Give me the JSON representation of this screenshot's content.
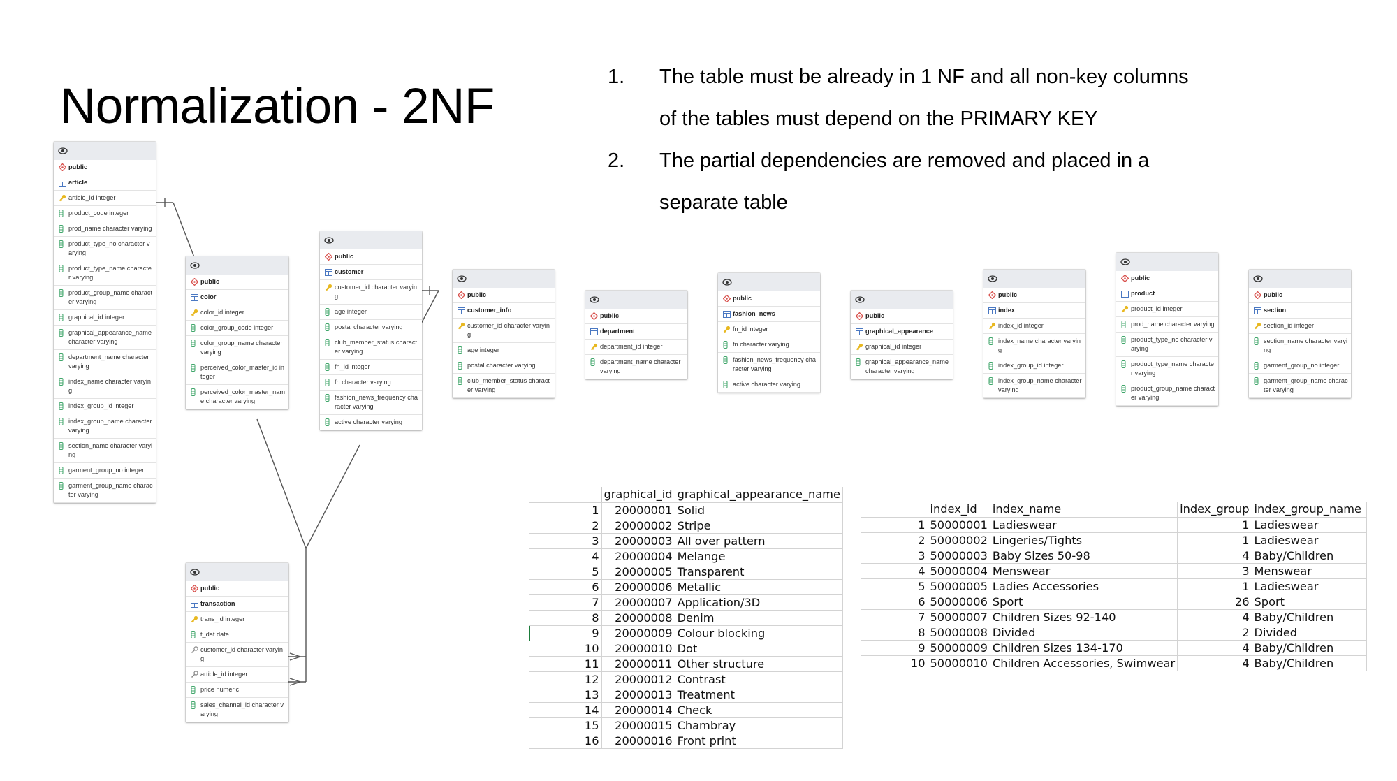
{
  "slide": {
    "title": "Normalization - 2NF",
    "points": [
      {
        "num": "1.",
        "line1": "The table must be already in 1 NF and all non-key columns",
        "line2": "of the tables must depend on the PRIMARY KEY"
      },
      {
        "num": "2.",
        "line1": "The partial dependencies are removed and placed in a",
        "line2": "separate table"
      }
    ]
  },
  "erd": {
    "schema_label": "public",
    "tables": [
      {
        "name": "article",
        "columns": [
          {
            "text": "article_id integer",
            "key": "pk"
          },
          {
            "text": "product_code integer",
            "key": "col"
          },
          {
            "text": "prod_name character varying",
            "key": "col"
          },
          {
            "text": "product_type_no character varying",
            "key": "col"
          },
          {
            "text": "product_type_name character varying",
            "key": "col"
          },
          {
            "text": "product_group_name character varying",
            "key": "col"
          },
          {
            "text": "graphical_id integer",
            "key": "col"
          },
          {
            "text": "graphical_appearance_name character varying",
            "key": "col"
          },
          {
            "text": "department_name character varying",
            "key": "col"
          },
          {
            "text": "index_name character varying",
            "key": "col"
          },
          {
            "text": "index_group_id integer",
            "key": "col"
          },
          {
            "text": "index_group_name character varying",
            "key": "col"
          },
          {
            "text": "section_name character varying",
            "key": "col"
          },
          {
            "text": "garment_group_no integer",
            "key": "col"
          },
          {
            "text": "garment_group_name character varying",
            "key": "col"
          }
        ]
      },
      {
        "name": "color",
        "columns": [
          {
            "text": "color_id integer",
            "key": "pk"
          },
          {
            "text": "color_group_code integer",
            "key": "col"
          },
          {
            "text": "color_group_name character varying",
            "key": "col"
          },
          {
            "text": "perceived_color_master_id integer",
            "key": "col"
          },
          {
            "text": "perceived_color_master_name character varying",
            "key": "col"
          }
        ]
      },
      {
        "name": "customer",
        "columns": [
          {
            "text": "customer_id character varying",
            "key": "pk"
          },
          {
            "text": "age integer",
            "key": "col"
          },
          {
            "text": "postal character varying",
            "key": "col"
          },
          {
            "text": "club_member_status character varying",
            "key": "col"
          },
          {
            "text": "fn_id integer",
            "key": "col"
          },
          {
            "text": "fn character varying",
            "key": "col"
          },
          {
            "text": "fashion_news_frequency character varying",
            "key": "col"
          },
          {
            "text": "active character varying",
            "key": "col"
          }
        ]
      },
      {
        "name": "customer_info",
        "columns": [
          {
            "text": "customer_id character varying",
            "key": "pk"
          },
          {
            "text": "age integer",
            "key": "col"
          },
          {
            "text": "postal character varying",
            "key": "col"
          },
          {
            "text": "club_member_status character varying",
            "key": "col"
          }
        ]
      },
      {
        "name": "department",
        "columns": [
          {
            "text": "department_id integer",
            "key": "pk"
          },
          {
            "text": "department_name character varying",
            "key": "col"
          }
        ]
      },
      {
        "name": "fashion_news",
        "columns": [
          {
            "text": "fn_id integer",
            "key": "pk"
          },
          {
            "text": "fn character varying",
            "key": "col"
          },
          {
            "text": "fashion_news_frequency character varying",
            "key": "col"
          },
          {
            "text": "active character varying",
            "key": "col"
          }
        ]
      },
      {
        "name": "graphical_appearance",
        "columns": [
          {
            "text": "graphical_id integer",
            "key": "pk"
          },
          {
            "text": "graphical_appearance_name character varying",
            "key": "col"
          }
        ]
      },
      {
        "name": "index",
        "columns": [
          {
            "text": "index_id integer",
            "key": "pk"
          },
          {
            "text": "index_name character varying",
            "key": "col"
          },
          {
            "text": "index_group_id integer",
            "key": "col"
          },
          {
            "text": "index_group_name character varying",
            "key": "col"
          }
        ]
      },
      {
        "name": "product",
        "columns": [
          {
            "text": "product_id integer",
            "key": "pk"
          },
          {
            "text": "prod_name character varying",
            "key": "col"
          },
          {
            "text": "product_type_no character varying",
            "key": "col"
          },
          {
            "text": "product_type_name character varying",
            "key": "col"
          },
          {
            "text": "product_group_name character varying",
            "key": "col"
          }
        ]
      },
      {
        "name": "section",
        "columns": [
          {
            "text": "section_id integer",
            "key": "pk"
          },
          {
            "text": "section_name character varying",
            "key": "col"
          },
          {
            "text": "garment_group_no integer",
            "key": "col"
          },
          {
            "text": "garment_group_name character varying",
            "key": "col"
          }
        ]
      },
      {
        "name": "transaction",
        "columns": [
          {
            "text": "trans_id integer",
            "key": "pk"
          },
          {
            "text": "t_dat date",
            "key": "col"
          },
          {
            "text": "customer_id character varying",
            "key": "fk"
          },
          {
            "text": "article_id integer",
            "key": "fk"
          },
          {
            "text": "price numeric",
            "key": "col"
          },
          {
            "text": "sales_channel_id character varying",
            "key": "col"
          }
        ]
      }
    ]
  },
  "sheet_graphical": {
    "headers": [
      "",
      "graphical_id",
      "graphical_appearance_name"
    ],
    "rows": [
      [
        "1",
        "20000001",
        "Solid"
      ],
      [
        "2",
        "20000002",
        "Stripe"
      ],
      [
        "3",
        "20000003",
        "All over pattern"
      ],
      [
        "4",
        "20000004",
        "Melange"
      ],
      [
        "5",
        "20000005",
        "Transparent"
      ],
      [
        "6",
        "20000006",
        "Metallic"
      ],
      [
        "7",
        "20000007",
        "Application/3D"
      ],
      [
        "8",
        "20000008",
        "Denim"
      ],
      [
        "9",
        "20000009",
        "Colour blocking"
      ],
      [
        "10",
        "20000010",
        "Dot"
      ],
      [
        "11",
        "20000011",
        "Other structure"
      ],
      [
        "12",
        "20000012",
        "Contrast"
      ],
      [
        "13",
        "20000013",
        "Treatment"
      ],
      [
        "14",
        "20000014",
        "Check"
      ],
      [
        "15",
        "20000015",
        "Chambray"
      ],
      [
        "16",
        "20000016",
        "Front print"
      ]
    ]
  },
  "sheet_index": {
    "headers": [
      "",
      "index_id",
      "index_name",
      "index_group",
      "index_group_name"
    ],
    "rows": [
      [
        "1",
        "50000001",
        "Ladieswear",
        "1",
        "Ladieswear"
      ],
      [
        "2",
        "50000002",
        "Lingeries/Tights",
        "1",
        "Ladieswear"
      ],
      [
        "3",
        "50000003",
        "Baby Sizes 50-98",
        "4",
        "Baby/Children"
      ],
      [
        "4",
        "50000004",
        "Menswear",
        "3",
        "Menswear"
      ],
      [
        "5",
        "50000005",
        "Ladies Accessories",
        "1",
        "Ladieswear"
      ],
      [
        "6",
        "50000006",
        "Sport",
        "26",
        "Sport"
      ],
      [
        "7",
        "50000007",
        "Children Sizes 92-140",
        "4",
        "Baby/Children"
      ],
      [
        "8",
        "50000008",
        "Divided",
        "2",
        "Divided"
      ],
      [
        "9",
        "50000009",
        "Children Sizes 134-170",
        "4",
        "Baby/Children"
      ],
      [
        "10",
        "50000010",
        "Children Accessories, Swimwear",
        "4",
        "Baby/Children"
      ]
    ]
  }
}
